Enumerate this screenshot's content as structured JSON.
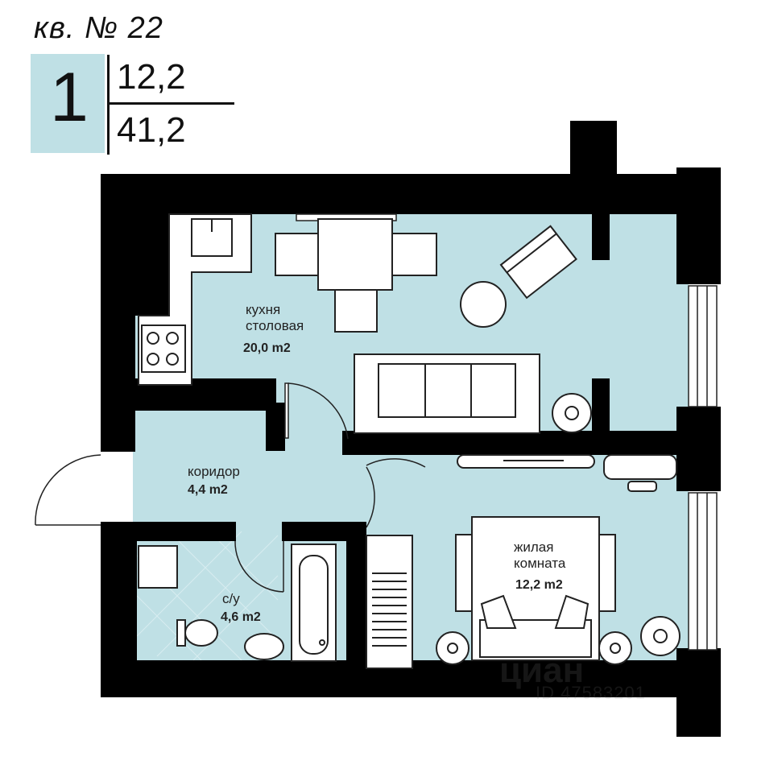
{
  "header": {
    "apartment": "кв. № 22",
    "rooms": "1",
    "living_area": "12,2",
    "total_area": "41,2"
  },
  "rooms": {
    "kitchen": {
      "name_line1": "кухня",
      "name_line2": "столовая",
      "area": "20,0 m2"
    },
    "corridor": {
      "name": "коридор",
      "area": "4,4 m2"
    },
    "bathroom": {
      "name": "с/у",
      "area": "4,6 m2"
    },
    "living": {
      "name_line1": "жилая",
      "name_line2": "комната",
      "area": "12,2 m2"
    }
  },
  "watermark": {
    "brand": "циан",
    "id": "ID 47583201"
  },
  "colors": {
    "floor": "#bfe0e5",
    "wall": "#000000",
    "furniture_stroke": "#222222"
  }
}
